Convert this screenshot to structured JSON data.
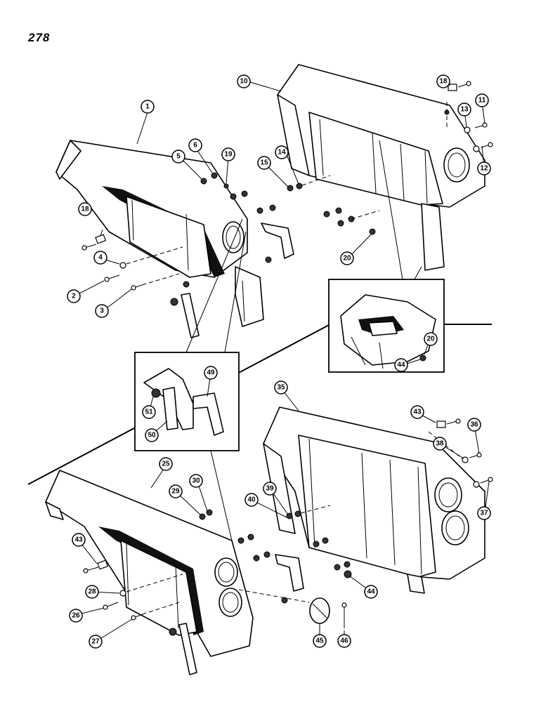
{
  "page_number": "278",
  "callouts": [
    {
      "id": "c1",
      "label": "1"
    },
    {
      "id": "c2",
      "label": "2"
    },
    {
      "id": "c3",
      "label": "3"
    },
    {
      "id": "c4",
      "label": "4"
    },
    {
      "id": "c5",
      "label": "5"
    },
    {
      "id": "c6",
      "label": "6"
    },
    {
      "id": "c10",
      "label": "10"
    },
    {
      "id": "c11",
      "label": "11"
    },
    {
      "id": "c12",
      "label": "12"
    },
    {
      "id": "c13",
      "label": "13"
    },
    {
      "id": "c14",
      "label": "14"
    },
    {
      "id": "c15",
      "label": "15"
    },
    {
      "id": "c18a",
      "label": "18"
    },
    {
      "id": "c18b",
      "label": "18"
    },
    {
      "id": "c19",
      "label": "19"
    },
    {
      "id": "c20a",
      "label": "20"
    },
    {
      "id": "c20b",
      "label": "20"
    },
    {
      "id": "c25",
      "label": "25"
    },
    {
      "id": "c26",
      "label": "26"
    },
    {
      "id": "c27",
      "label": "27"
    },
    {
      "id": "c28",
      "label": "28"
    },
    {
      "id": "c29",
      "label": "29"
    },
    {
      "id": "c30",
      "label": "30"
    },
    {
      "id": "c35",
      "label": "35"
    },
    {
      "id": "c36",
      "label": "36"
    },
    {
      "id": "c37",
      "label": "37"
    },
    {
      "id": "c38",
      "label": "38"
    },
    {
      "id": "c39",
      "label": "39"
    },
    {
      "id": "c40",
      "label": "40"
    },
    {
      "id": "c43a",
      "label": "43"
    },
    {
      "id": "c43b",
      "label": "43"
    },
    {
      "id": "c44a",
      "label": "44"
    },
    {
      "id": "c44b",
      "label": "44"
    },
    {
      "id": "c45",
      "label": "45"
    },
    {
      "id": "c46",
      "label": "46"
    },
    {
      "id": "c49",
      "label": "49"
    },
    {
      "id": "c50",
      "label": "50"
    },
    {
      "id": "c51",
      "label": "51"
    }
  ]
}
